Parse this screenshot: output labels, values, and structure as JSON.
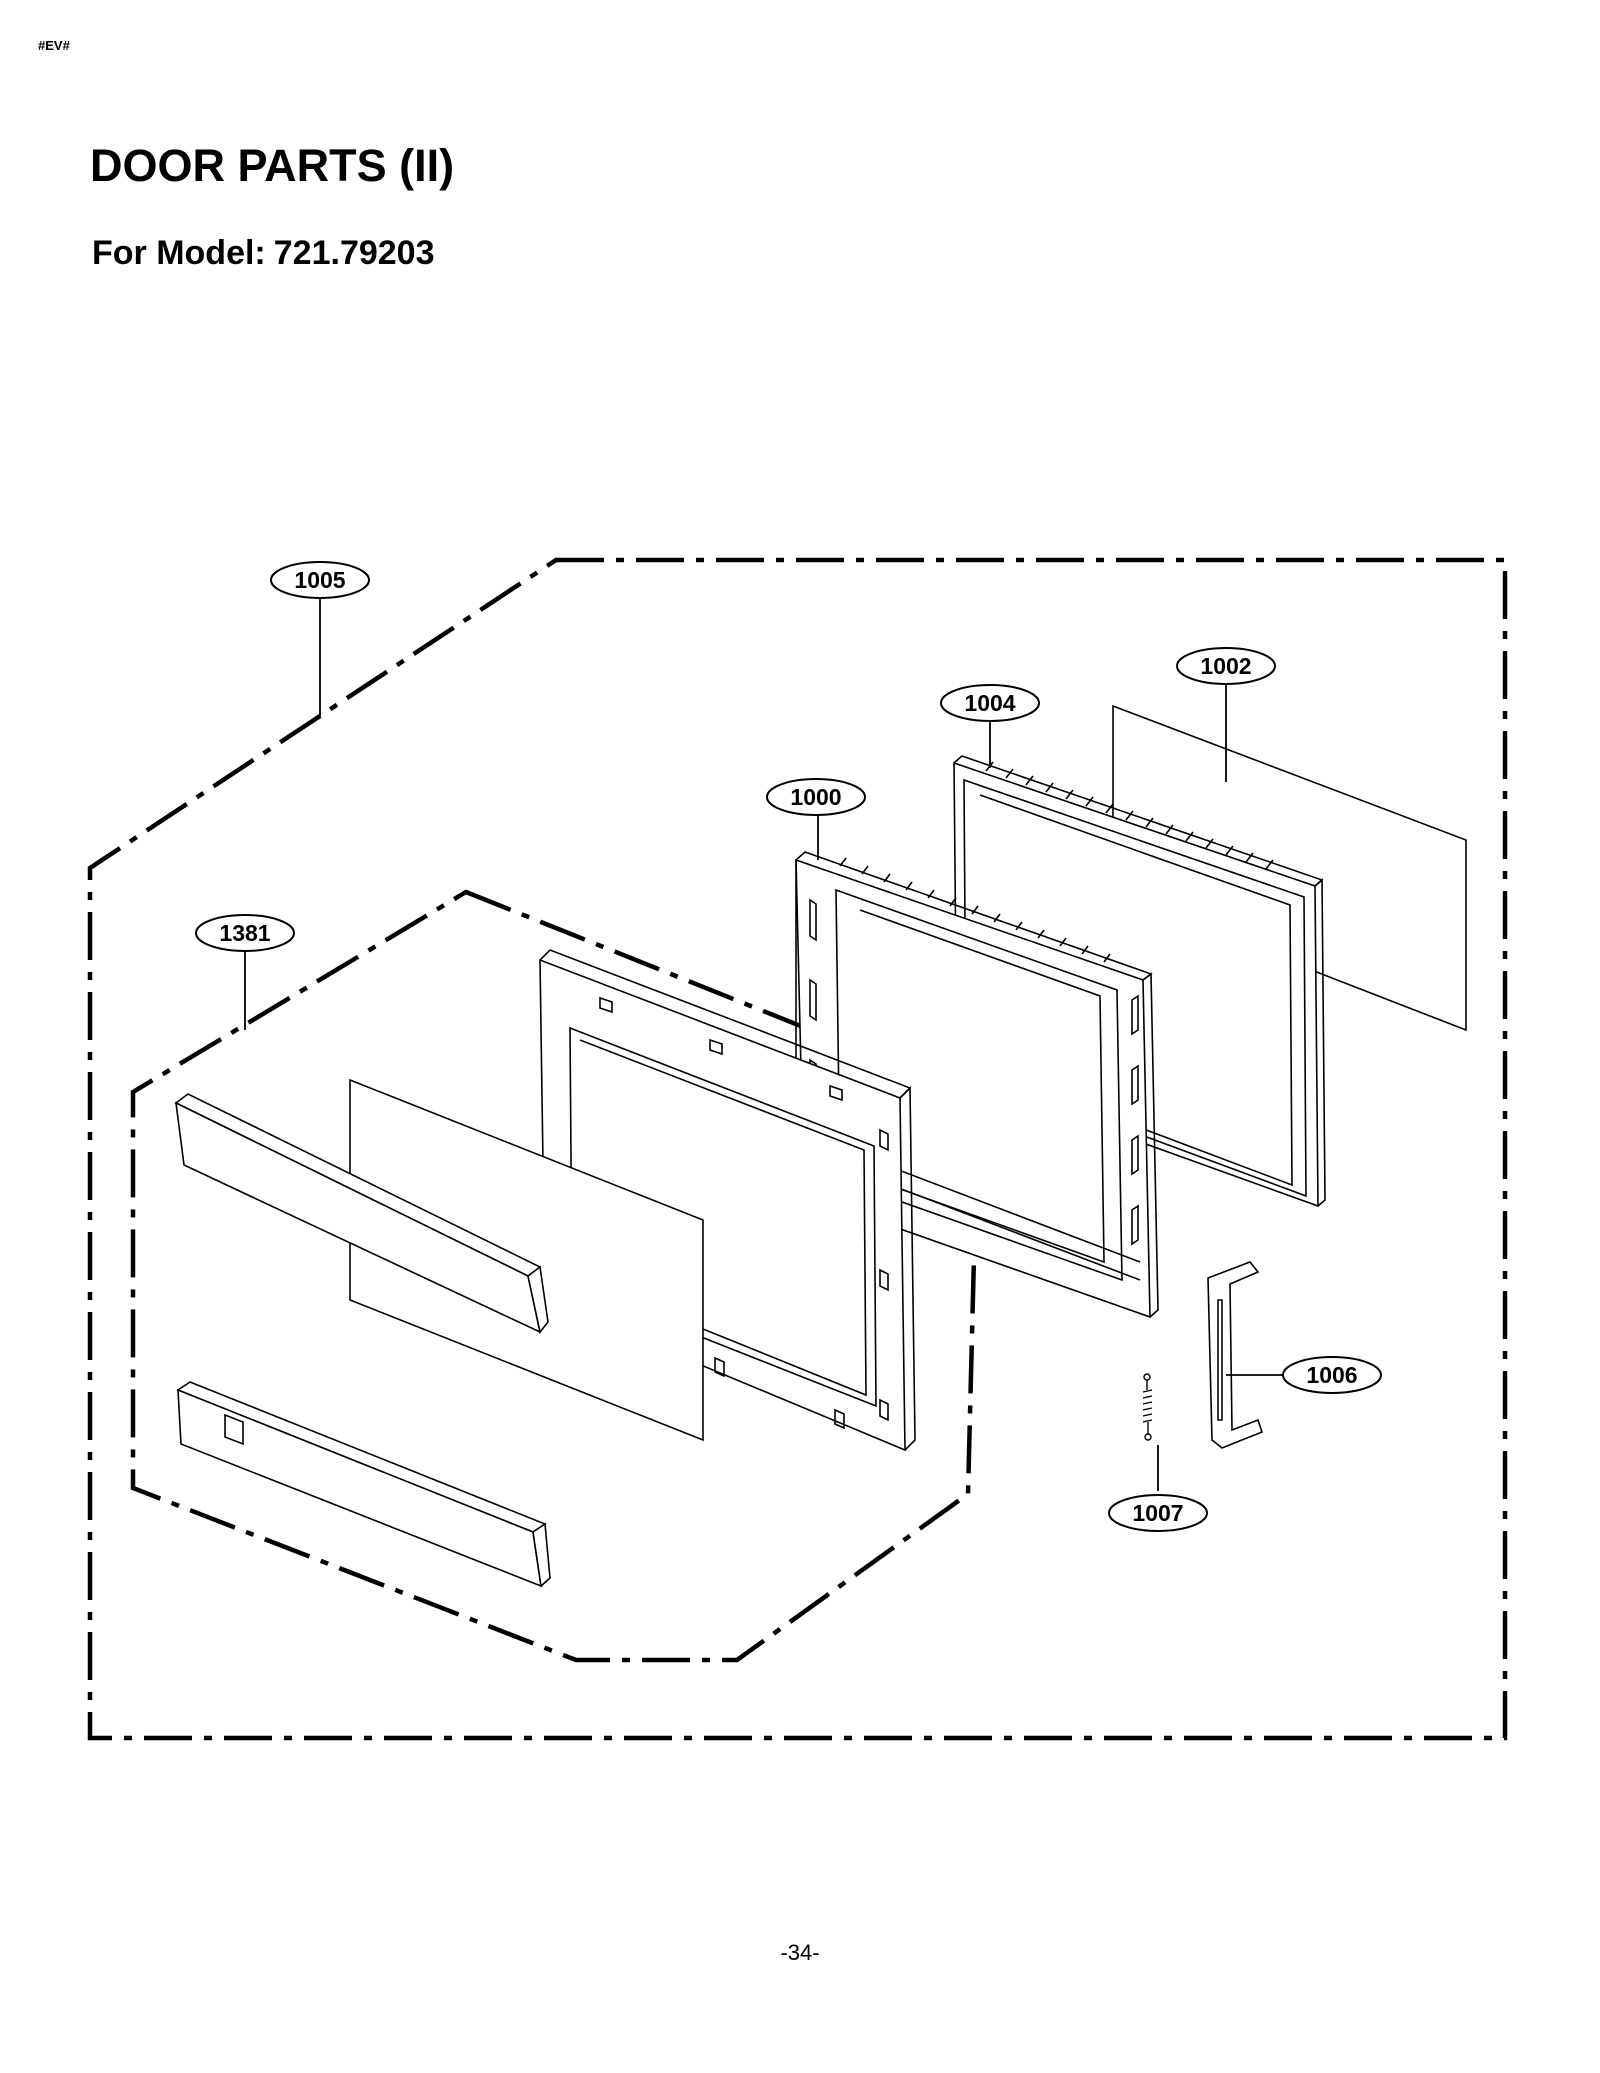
{
  "header": {
    "code": "#EV#"
  },
  "page": {
    "title": "DOOR PARTS (II)",
    "model_label": "For Model:",
    "model_value": "721.79203",
    "page_number": "-34-"
  },
  "callouts": {
    "c1005": "1005",
    "c1002": "1002",
    "c1004": "1004",
    "c1000": "1000",
    "c1381": "1381",
    "c1006": "1006",
    "c1007": "1007"
  }
}
